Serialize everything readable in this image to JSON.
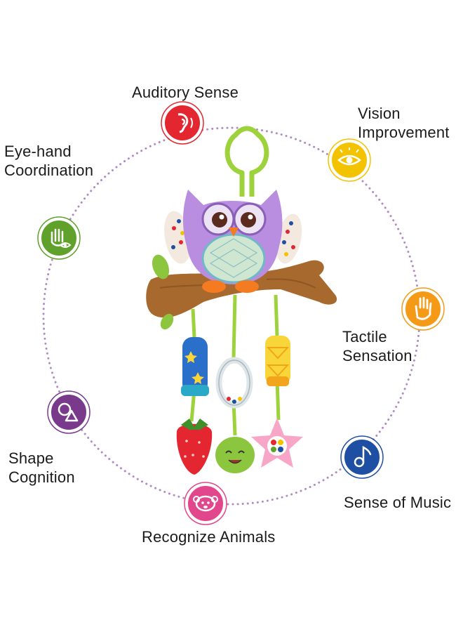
{
  "features": [
    {
      "id": "auditory",
      "lines": [
        "Auditory Sense"
      ],
      "icon": "ear-icon",
      "color": "#e3262f"
    },
    {
      "id": "vision",
      "lines": [
        "Vision",
        "Improvement"
      ],
      "icon": "eye-icon",
      "color": "#f4c300"
    },
    {
      "id": "eyehand",
      "lines": [
        "Eye-hand",
        "Coordination"
      ],
      "icon": "hand-eye-icon",
      "color": "#5fa12a"
    },
    {
      "id": "tactile",
      "lines": [
        "Tactile",
        "Sensation"
      ],
      "icon": "hand-icon",
      "color": "#f49a16"
    },
    {
      "id": "shape",
      "lines": [
        "Shape",
        "Cognition"
      ],
      "icon": "shapes-icon",
      "color": "#7a3a8c"
    },
    {
      "id": "music",
      "lines": [
        "Sense of Music"
      ],
      "icon": "music-note-icon",
      "color": "#1f4fa3"
    },
    {
      "id": "animals",
      "lines": [
        "Recognize Animals"
      ],
      "icon": "animal-face-icon",
      "color": "#e2468c"
    }
  ],
  "colors": {
    "ring_dots": "#b08cc4",
    "owl_body": "#b98de0",
    "branch": "#a8692e",
    "ribbon": "#9ed23c"
  }
}
